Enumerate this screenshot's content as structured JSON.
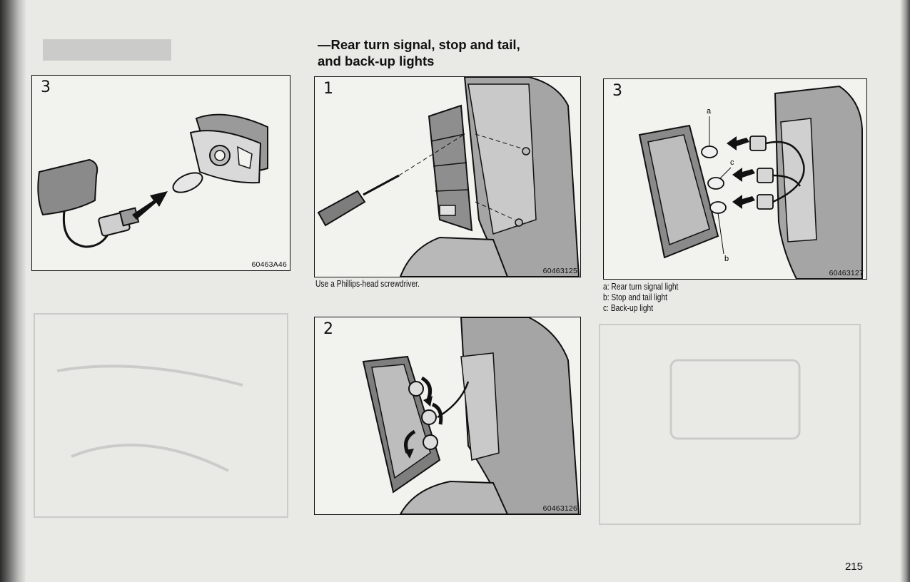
{
  "heading": {
    "line1": "—Rear turn signal, stop and tail,",
    "line2": "and back-up lights"
  },
  "figures": [
    {
      "step": "3",
      "code": "60463A46"
    },
    {
      "step": "1",
      "code": "60463125",
      "caption": "Use a Phillips-head screwdriver."
    },
    {
      "step": "2",
      "code": "60463126"
    },
    {
      "step": "3",
      "code": "60463127",
      "callouts": [
        "a",
        "b",
        "c"
      ],
      "legend": [
        "a: Rear turn signal light",
        "b: Stop and tail light",
        "c: Back-up light"
      ]
    }
  ],
  "page_number": "215"
}
